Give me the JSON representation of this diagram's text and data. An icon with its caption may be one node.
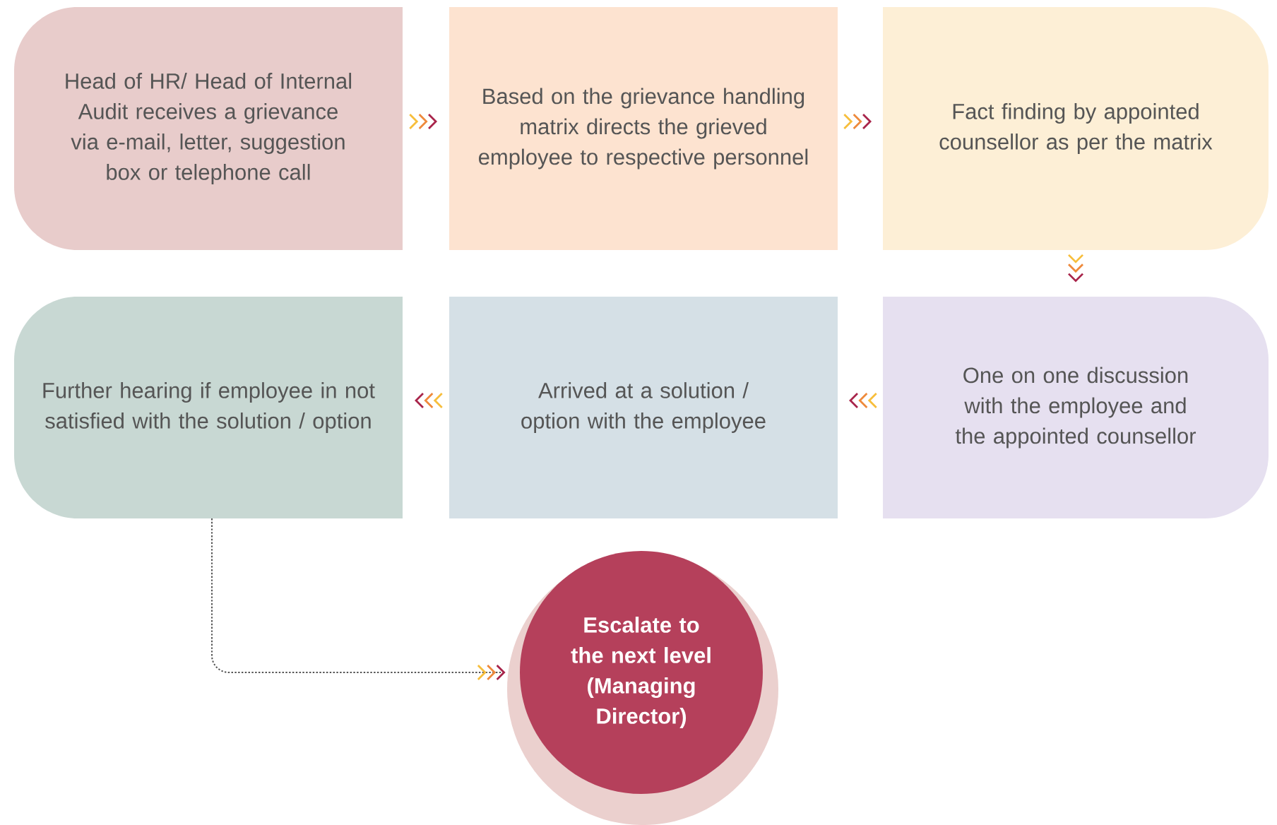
{
  "diagram": {
    "nodes": [
      {
        "text": [
          "Head of HR/ Head of Internal Audit receives a grievance via e-mail, letter, suggestion box or telephone call"
        ]
      },
      {
        "text": [
          "Based on the grievance handling matrix directs the grieved employee to respective personnel"
        ]
      },
      {
        "text": [
          "Fact finding by appointed counsellor as per the matrix"
        ]
      },
      {
        "text": [
          "Further hearing if employee in not satisfied with the solution / option"
        ]
      },
      {
        "text": [
          "Arrived at a solution / option with the employee"
        ]
      },
      {
        "text": [
          "One on one discussion with the employee and the appointed counsellor"
        ]
      },
      {
        "text": [
          "Escalate to the next level (Managing Director)"
        ]
      }
    ],
    "edges": [
      {
        "from": 0,
        "to": 1,
        "arrow": "to"
      },
      {
        "from": 1,
        "to": 2,
        "arrow": "to"
      },
      {
        "from": 2,
        "to": 5,
        "arrow": "to"
      },
      {
        "from": 5,
        "to": 4,
        "arrow": "to"
      },
      {
        "from": 4,
        "to": 3,
        "arrow": "to"
      },
      {
        "from": 3,
        "to": 6,
        "arrow": "to",
        "style": "dashed",
        "color": "#555555"
      }
    ]
  }
}
